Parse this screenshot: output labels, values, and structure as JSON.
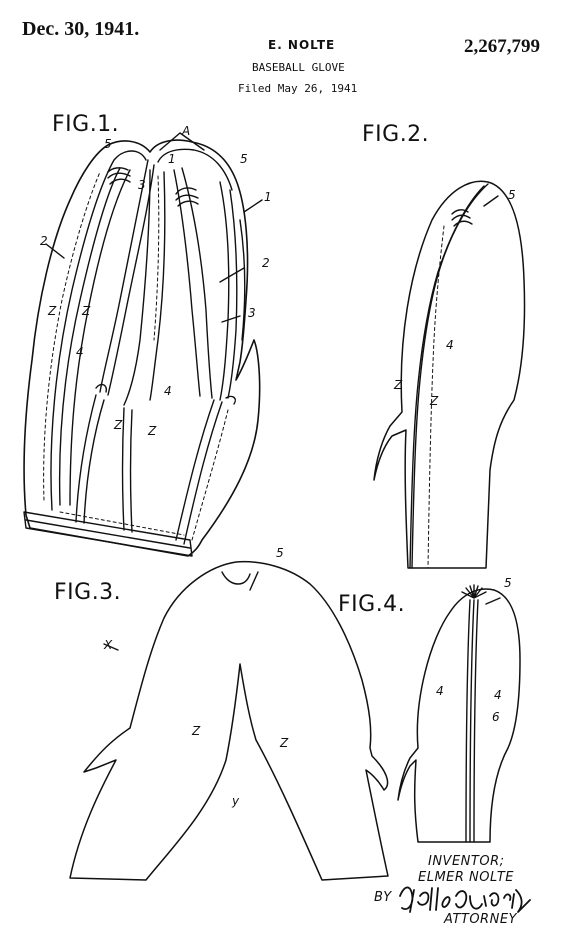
{
  "header": {
    "date": "Dec. 30, 1941.",
    "inventor": "E. NOLTE",
    "patent_number": "2,267,799",
    "title": "BASEBALL GLOVE",
    "filed": "Filed May 26, 1941"
  },
  "figures": {
    "fig1": "FIG.1.",
    "fig2": "FIG.2.",
    "fig3": "FIG.3.",
    "fig4": "FIG.4."
  },
  "labels": {
    "fig1": [
      "A",
      "5",
      "1",
      "3",
      "5",
      "1",
      "2",
      "2",
      "3",
      "Z",
      "Z",
      "4",
      "4",
      "Z",
      "Z"
    ],
    "fig2": [
      "5",
      "4",
      "Z",
      "Z"
    ],
    "fig3": [
      "5",
      "X",
      "Z",
      "Z",
      "y"
    ],
    "fig4": [
      "5",
      "4",
      "4",
      "6"
    ]
  },
  "signature": {
    "inventor_label": "INVENTOR;",
    "inventor_name": "ELMER NOLTE",
    "by": "BY",
    "attorney": "ATTORNEY"
  }
}
